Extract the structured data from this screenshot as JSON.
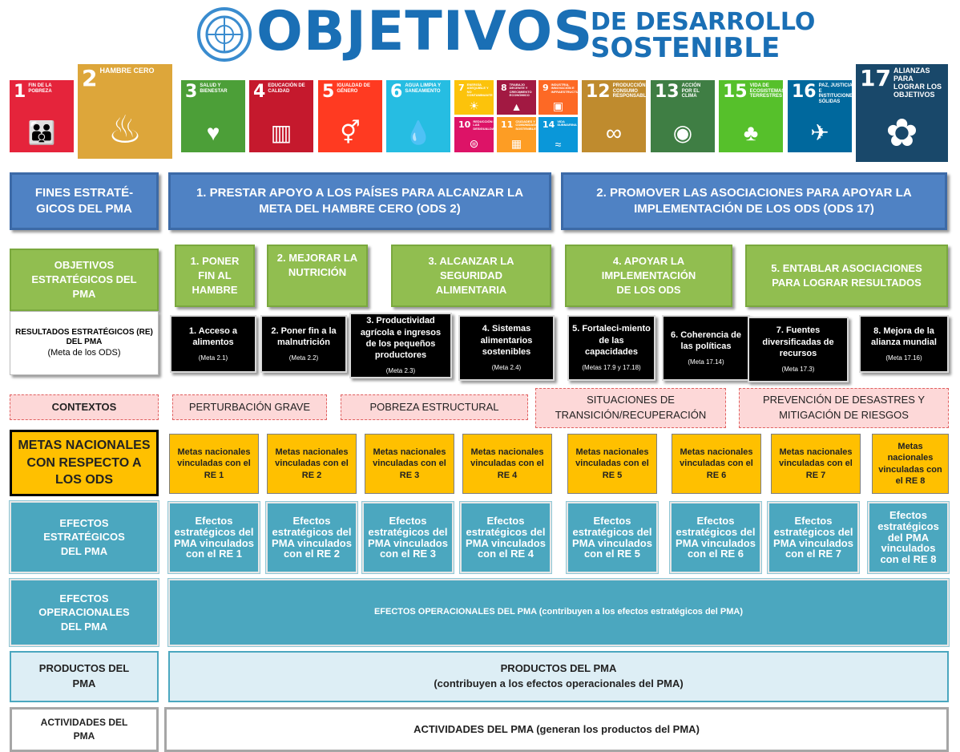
{
  "header": {
    "title_main": "OBJETIVOS",
    "title_sub_1": "DE DESARROLLO",
    "title_sub_2": "SOSTENIBLE",
    "goals": [
      {
        "num": "1",
        "label": "FIN DE LA POBREZA",
        "color": "#e5243b",
        "icon": "family-icon"
      },
      {
        "num": "2",
        "label": "HAMBRE CERO",
        "color": "#dda63a",
        "icon": "bowl-icon"
      },
      {
        "num": "3",
        "label": "SALUD Y BIENESTAR",
        "color": "#4c9f38",
        "icon": "heartbeat-icon"
      },
      {
        "num": "4",
        "label": "EDUCACIÓN DE CALIDAD",
        "color": "#c5192d",
        "icon": "book-icon"
      },
      {
        "num": "5",
        "label": "IGUALDAD DE GÉNERO",
        "color": "#ff3a21",
        "icon": "gender-icon"
      },
      {
        "num": "6",
        "label": "AGUA LIMPIA Y SANEAMIENTO",
        "color": "#26bde2",
        "icon": "water-drop-icon"
      },
      {
        "num": "7",
        "label": "ENERGÍA ASEQUIBLE Y NO CONTAMINANTE",
        "color": "#fcc30b",
        "icon": "sun-icon"
      },
      {
        "num": "8",
        "label": "TRABAJO DECENTE Y CRECIMIENTO ECONÓMICO",
        "color": "#a21942",
        "icon": "growth-chart-icon"
      },
      {
        "num": "9",
        "label": "INDUSTRIA, INNOVACIÓN E INFRAESTRUCTURA",
        "color": "#fd6925",
        "icon": "cubes-icon"
      },
      {
        "num": "10",
        "label": "REDUCCIÓN DE LAS DESIGUALDADES",
        "color": "#dd1367",
        "icon": "equal-icon"
      },
      {
        "num": "11",
        "label": "CIUDADES Y COMUNIDADES SOSTENIBLES",
        "color": "#fd9d24",
        "icon": "buildings-icon"
      },
      {
        "num": "14",
        "label": "VIDA SUBMARINA",
        "color": "#0a97d9",
        "icon": "fish-icon"
      },
      {
        "num": "12",
        "label": "PRODUCCIÓN Y CONSUMO RESPONSABLES",
        "color": "#bf8b2e",
        "icon": "infinity-icon"
      },
      {
        "num": "13",
        "label": "ACCIÓN POR EL CLIMA",
        "color": "#3f7e44",
        "icon": "eye-globe-icon"
      },
      {
        "num": "15",
        "label": "VIDA DE ECOSISTEMAS TERRESTRES",
        "color": "#56c02b",
        "icon": "tree-icon"
      },
      {
        "num": "16",
        "label": "PAZ, JUSTICIA E INSTITUCIONES SÓLIDAS",
        "color": "#00689d",
        "icon": "dove-icon"
      },
      {
        "num": "17",
        "label": "ALIANZAS PARA LOGRAR LOS OBJETIVOS",
        "color": "#19486a",
        "icon": "rings-icon"
      }
    ]
  },
  "aims": {
    "label": "FINES ESTRATÉ-\nGICOS DEL PMA",
    "aim1": "1. PRESTAR APOYO A LOS PAÍSES PARA ALCANZAR LA META DEL HAMBRE CERO (ODS 2)",
    "aim2": "2. PROMOVER LAS ASOCIACIONES PARA APOYAR LA IMPLEMENTACIÓN DE LOS ODS (ODS 17)"
  },
  "objectives": {
    "label": "OBJETIVOS ESTRATÉGICOS DEL PMA",
    "items": [
      "1. PONER FIN AL HAMBRE",
      "2. MEJORAR LA NUTRICIÓN",
      "3. ALCANZAR LA SEGURIDAD ALIMENTARIA",
      "4. APOYAR LA IMPLEMENTACIÓN DE LOS ODS",
      "5. ENTABLAR ASOCIACIONES PARA LOGRAR RESULTADOS"
    ]
  },
  "results": {
    "label": "RESULTADOS ESTRATÉGICOS (RE) DEL PMA",
    "label_sub": "(Meta de los ODS)",
    "items": [
      {
        "title": "1. Acceso a alimentos",
        "meta": "(Meta 2.1)"
      },
      {
        "title": "2. Poner fin a la malnutrición",
        "meta": "(Meta 2.2)"
      },
      {
        "title": "3. Productividad agrícola e ingresos de los pequeños productores",
        "meta": "(Meta 2.3)"
      },
      {
        "title": "4. Sistemas alimentarios sostenibles",
        "meta": "(Meta 2.4)"
      },
      {
        "title": "5. Fortaleci-miento de las capacidades",
        "meta": "(Metas 17.9 y 17.18)"
      },
      {
        "title": "6. Coherencia de las políticas",
        "meta": "(Meta 17.14)"
      },
      {
        "title": "7. Fuentes diversificadas de recursos",
        "meta": "(Meta 17.3)"
      },
      {
        "title": "8. Mejora de la alianza mundial",
        "meta": "(Meta 17.16)"
      }
    ]
  },
  "contexts": {
    "label": "CONTEXTOS",
    "items": [
      "PERTURBACIÓN GRAVE",
      "POBREZA ESTRUCTURAL",
      "SITUACIONES DE TRANSICIÓN/RECUPERACIÓN",
      "PREVENCIÓN DE DESASTRES Y MITIGACIÓN DE RIESGOS"
    ]
  },
  "national_targets": {
    "label": "METAS NACIONALES CON RESPECTO A LOS ODS",
    "items": [
      "Metas nacionales vinculadas con el RE 1",
      "Metas nacionales vinculadas con el RE 2",
      "Metas nacionales vinculadas con el RE 3",
      "Metas nacionales vinculadas con el RE 4",
      "Metas nacionales vinculadas con el RE 5",
      "Metas nacionales vinculadas con el RE 6",
      "Metas nacionales vinculadas con el RE 7",
      "Metas nacionales vinculadas con el RE 8"
    ]
  },
  "strategic_outcomes": {
    "label": "EFECTOS ESTRATÉGICOS DEL PMA",
    "items": [
      "Efectos estratégicos del PMA vinculados con el RE 1",
      "Efectos estratégicos del PMA vinculados con el RE 2",
      "Efectos estratégicos del PMA vinculados con el RE 3",
      "Efectos estratégicos del PMA vinculados con el RE 4",
      "Efectos estratégicos del PMA vinculados con el RE 5",
      "Efectos estratégicos del PMA vinculados con el RE 6",
      "Efectos estratégicos del PMA vinculados con el RE 7",
      "Efectos estratégicos del PMA vinculados con el RE 8"
    ]
  },
  "operational": {
    "label": "EFECTOS OPERACIONALES DEL PMA",
    "text": "EFECTOS OPERACIONALES DEL PMA (contribuyen a los efectos estratégicos del PMA)"
  },
  "outputs": {
    "label": "PRODUCTOS DEL PMA",
    "line1": "PRODUCTOS DEL PMA",
    "line2": "(contribuyen a los efectos operacionales del PMA)"
  },
  "activities": {
    "label": "ACTIVIDADES DEL PMA",
    "text": "ACTIVIDADES DEL PMA (generan los productos del PMA)"
  }
}
